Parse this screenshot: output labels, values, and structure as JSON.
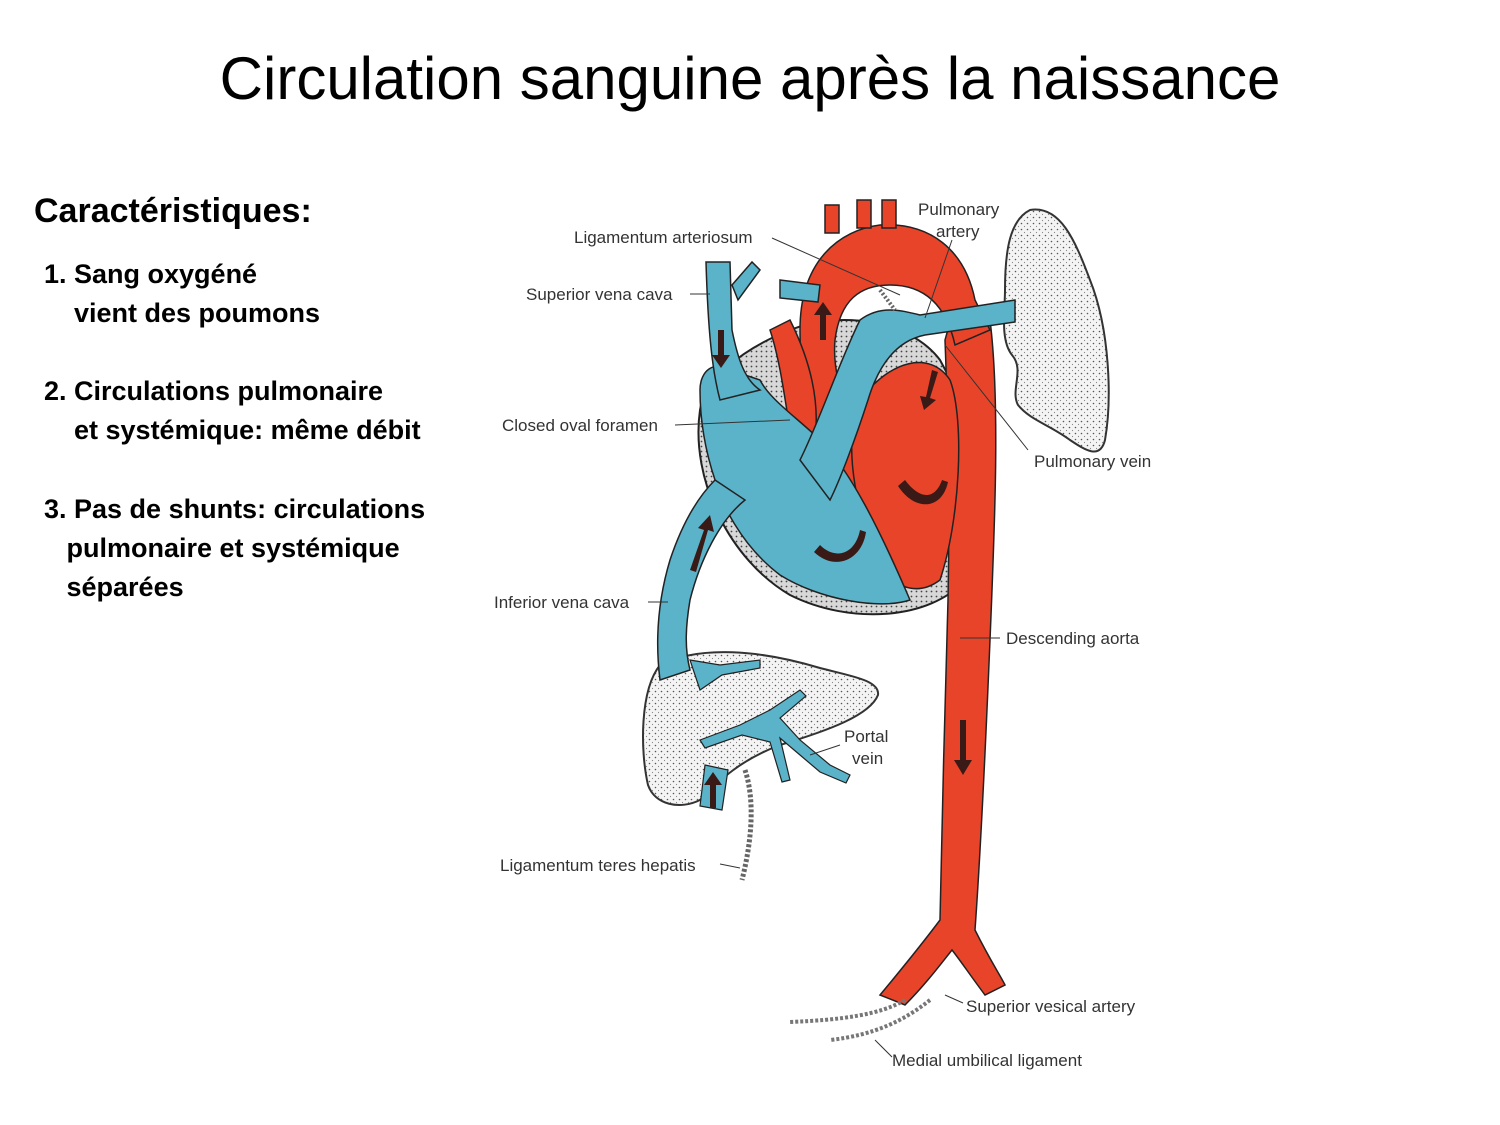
{
  "slide": {
    "title": "Circulation sanguine après la naissance",
    "heading": "Caractéristiques:",
    "items": [
      {
        "line1": "1. Sang oxygéné",
        "line2": "    vient des poumons"
      },
      {
        "line1": "2. Circulations pulmonaire",
        "line2": "    et systémique: même débit"
      },
      {
        "line1": "3. Pas de shunts: circulations",
        "line2": "   pulmonaire et systémique",
        "line3": "   séparées"
      }
    ]
  },
  "diagram": {
    "colors": {
      "venous": "#5bb3c9",
      "arterial": "#e8442a",
      "tissue": "#e2e2e2",
      "outline": "#222222"
    },
    "labels": {
      "ligamentum_arteriosum": "Ligamentum arteriosum",
      "superior_vena_cava": "Superior vena cava",
      "closed_oval_foramen": "Closed oval foramen",
      "inferior_vena_cava": "Inferior vena cava",
      "pulmonary_artery_1": "Pulmonary",
      "pulmonary_artery_2": "artery",
      "pulmonary_vein": "Pulmonary vein",
      "descending_aorta": "Descending aorta",
      "portal_vein_1": "Portal",
      "portal_vein_2": "vein",
      "ligamentum_teres_hepatis": "Ligamentum teres hepatis",
      "superior_vesical_artery": "Superior vesical artery",
      "medial_umbilical_ligament": "Medial umbilical ligament"
    }
  }
}
